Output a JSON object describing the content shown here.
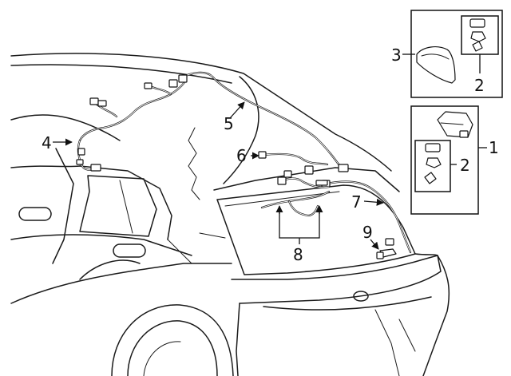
{
  "callouts": {
    "c1": "1",
    "c2a": "2",
    "c2b": "2",
    "c3": "3",
    "c4": "4",
    "c5": "5",
    "c6": "6",
    "c7": "7",
    "c8": "8",
    "c9": "9"
  },
  "colors": {
    "line": "#111111",
    "background": "#ffffff"
  }
}
